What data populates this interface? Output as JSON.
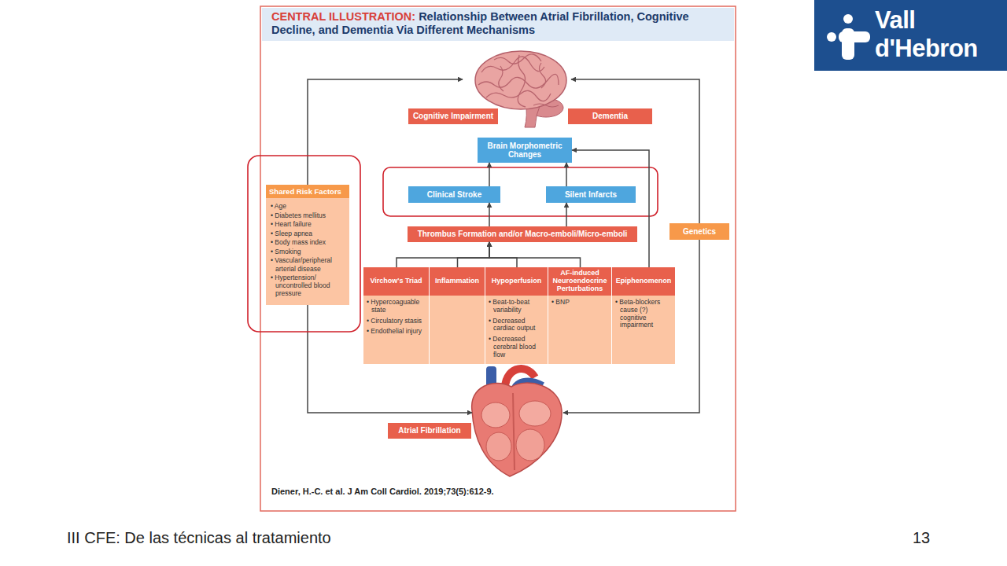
{
  "diagram": {
    "title": "Relationship Between Atrial Fibrillation, Cognitive Decline, and Dementia Via Different Mechanisms",
    "caption": "Diener, H.-C. et al. J Am Coll Cardiol. 2019;73(5):612-9.",
    "nodes": [
      {
        "text": [
          "Cognitive Impairment"
        ]
      },
      {
        "text": [
          "Dementia"
        ]
      },
      {
        "text": [
          "Brain Morphometric Changes"
        ]
      },
      {
        "text": [
          "Shared Risk Factors",
          "• Age",
          "• Diabetes mellitus",
          "• Heart failure",
          "• Sleep apnea",
          "• Body mass index",
          "• Smoking",
          "• Vascular/peripheral arterial disease",
          "• Hypertension/ uncontrolled blood pressure"
        ]
      },
      {
        "text": [
          "Clinical Stroke"
        ]
      },
      {
        "text": [
          "Silent Infarcts"
        ]
      },
      {
        "text": [
          "Genetics"
        ]
      },
      {
        "text": [
          "Thrombus Formation and/or Macro-emboli/Micro-emboli"
        ]
      },
      {
        "text": [
          "Virchow's Triad",
          "• Hypercoaguable state",
          "• Circulatory stasis",
          "• Endothelial injury"
        ]
      },
      {
        "text": [
          "Inflammation"
        ]
      },
      {
        "text": [
          "Hypoperfusion",
          "• Beat-to-beat variability",
          "• Decreased cardiac output",
          "• Decreased cerebral blood flow"
        ]
      },
      {
        "text": [
          "AF-induced Neuroendocrine Perturbations",
          "• BNP"
        ]
      },
      {
        "text": [
          "Epiphenomenon",
          "• Beta-blockers cause (?) cognitive impairment"
        ]
      },
      {
        "text": [
          "Atrial Fibrillation"
        ]
      }
    ],
    "edges": [
      {
        "from": 4,
        "to": 2,
        "arrow": "to"
      },
      {
        "from": 5,
        "to": 2,
        "arrow": "to"
      },
      {
        "from": 7,
        "to": 4,
        "arrow": "to"
      },
      {
        "from": 7,
        "to": 5,
        "arrow": "to"
      },
      {
        "from": 8,
        "to": 7,
        "arrow": "to"
      },
      {
        "from": 9,
        "to": 7,
        "arrow": "to"
      },
      {
        "from": 10,
        "to": 7,
        "arrow": "to"
      },
      {
        "from": 11,
        "to": 7,
        "arrow": "to"
      },
      {
        "from": 12,
        "to": 2,
        "arrow": "to"
      }
    ],
    "labels": [
      "CENTRAL ILLUSTRATION:",
      "Vall",
      "d'Hebron",
      "III CFE: De las técnicas al tratamiento",
      "13"
    ]
  }
}
